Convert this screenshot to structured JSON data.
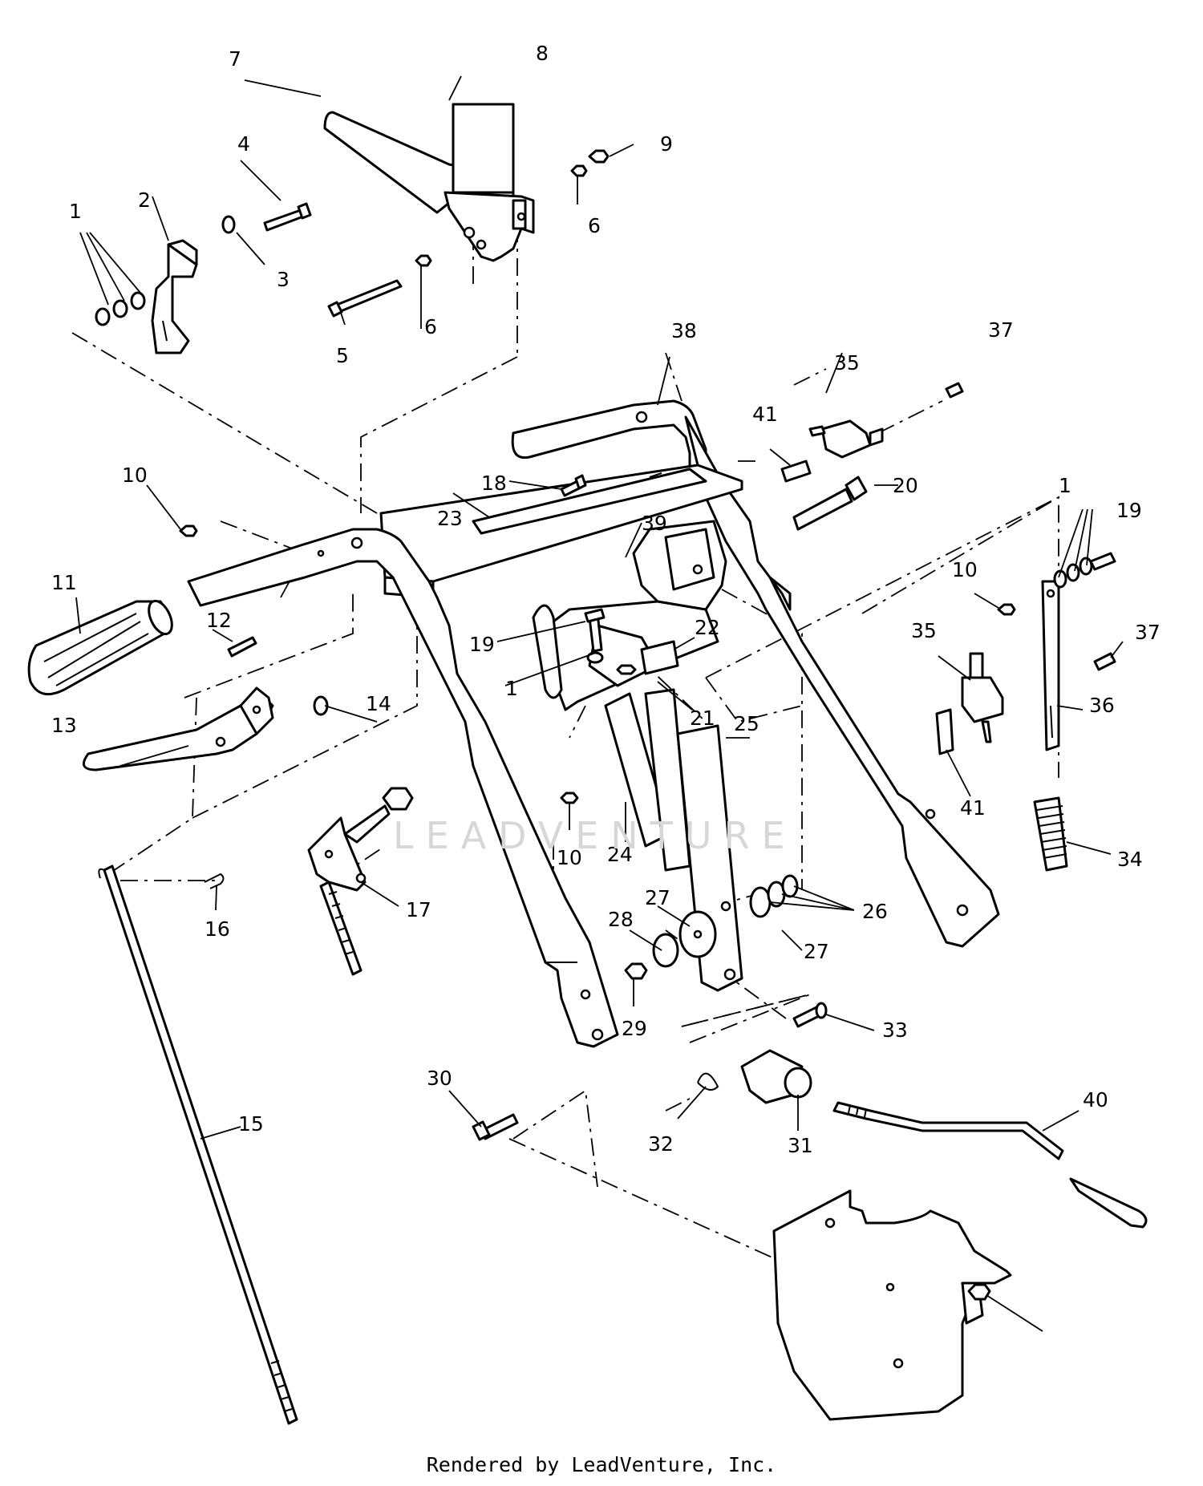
{
  "diagram": {
    "callouts": [
      {
        "id": "c7",
        "text": "7"
      },
      {
        "id": "c8",
        "text": "8"
      },
      {
        "id": "c9",
        "text": "9"
      },
      {
        "id": "c4",
        "text": "4"
      },
      {
        "id": "c2",
        "text": "2"
      },
      {
        "id": "c1a",
        "text": "1"
      },
      {
        "id": "c3",
        "text": "3"
      },
      {
        "id": "c6a",
        "text": "6"
      },
      {
        "id": "c6b",
        "text": "6"
      },
      {
        "id": "c5",
        "text": "5"
      },
      {
        "id": "c38",
        "text": "38"
      },
      {
        "id": "c35a",
        "text": "35"
      },
      {
        "id": "c37a",
        "text": "37"
      },
      {
        "id": "c41a",
        "text": "41"
      },
      {
        "id": "c18",
        "text": "18"
      },
      {
        "id": "c20",
        "text": "20"
      },
      {
        "id": "c1b",
        "text": "1"
      },
      {
        "id": "c19a",
        "text": "19"
      },
      {
        "id": "c10a",
        "text": "10"
      },
      {
        "id": "c23",
        "text": "23"
      },
      {
        "id": "c39",
        "text": "39"
      },
      {
        "id": "c11",
        "text": "11"
      },
      {
        "id": "c12",
        "text": "12"
      },
      {
        "id": "c10b",
        "text": "10"
      },
      {
        "id": "c19b",
        "text": "19"
      },
      {
        "id": "c22",
        "text": "22"
      },
      {
        "id": "c35b",
        "text": "35"
      },
      {
        "id": "c37b",
        "text": "37"
      },
      {
        "id": "c1c",
        "text": "1"
      },
      {
        "id": "c21",
        "text": "21"
      },
      {
        "id": "c13",
        "text": "13"
      },
      {
        "id": "c14",
        "text": "14"
      },
      {
        "id": "c36",
        "text": "36"
      },
      {
        "id": "c25",
        "text": "25"
      },
      {
        "id": "c41b",
        "text": "41"
      },
      {
        "id": "c10c",
        "text": "10"
      },
      {
        "id": "c24",
        "text": "24"
      },
      {
        "id": "c34",
        "text": "34"
      },
      {
        "id": "c17",
        "text": "17"
      },
      {
        "id": "c27a",
        "text": "27"
      },
      {
        "id": "c26",
        "text": "26"
      },
      {
        "id": "c16",
        "text": "16"
      },
      {
        "id": "c28",
        "text": "28"
      },
      {
        "id": "c27b",
        "text": "27"
      },
      {
        "id": "c29",
        "text": "29"
      },
      {
        "id": "c33",
        "text": "33"
      },
      {
        "id": "c30",
        "text": "30"
      },
      {
        "id": "c40",
        "text": "40"
      },
      {
        "id": "c15",
        "text": "15"
      },
      {
        "id": "c32",
        "text": "32"
      },
      {
        "id": "c31",
        "text": "31"
      }
    ]
  },
  "watermark": "LEADVENTURE",
  "footer": {
    "credit": "Rendered by LeadVenture, Inc."
  }
}
